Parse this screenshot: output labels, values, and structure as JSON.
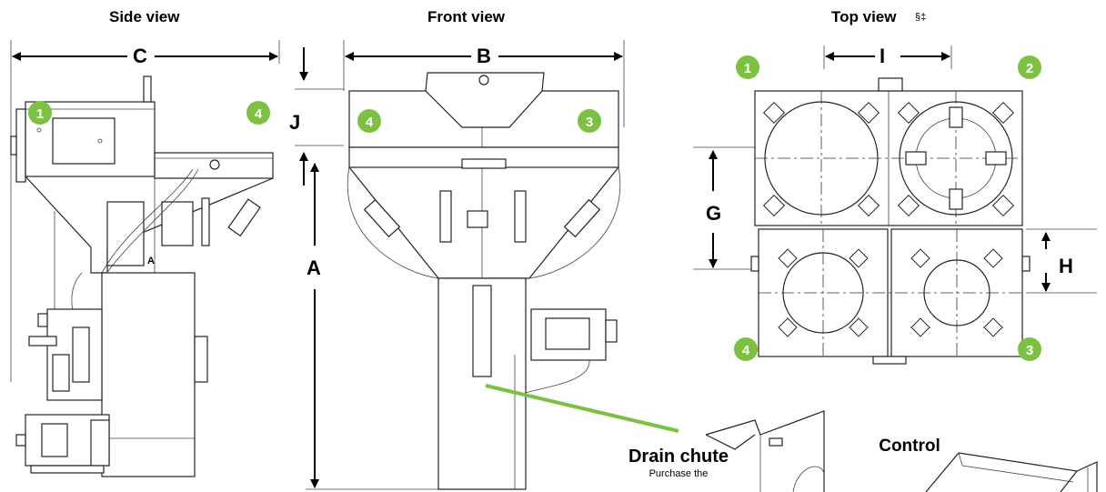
{
  "views": {
    "side": "Side view",
    "front": "Front view",
    "top": "Top view",
    "top_mark": "§‡"
  },
  "dimensions": [
    "A",
    "B",
    "C",
    "G",
    "H",
    "I",
    "J"
  ],
  "bins": {
    "one": "1",
    "two": "2",
    "three": "3",
    "four": "4"
  },
  "callouts": {
    "drain_title": "Drain chute",
    "drain_text": "Purchase the",
    "control_title": "Control"
  },
  "colors": {
    "badge": "#7dc142",
    "pointer": "#7dc142",
    "line": "#222222"
  }
}
